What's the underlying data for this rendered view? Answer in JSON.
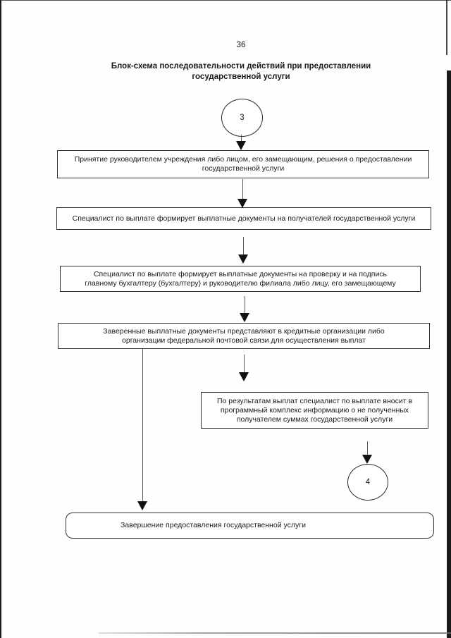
{
  "page": {
    "number": "36",
    "title_line1": "Блок-схема последовательности действий при предоставлении",
    "title_line2": "государственной услуги"
  },
  "colors": {
    "ink": "#1a1a1a",
    "box_border": "#333333",
    "page_background": "#fefefe"
  },
  "flowchart": {
    "start_connector_label": "3",
    "end_connector_label": "4",
    "steps": [
      {
        "text": "Принятие руководителем учреждения либо лицом, его замещающим, решения о предоставлении государственной услуги"
      },
      {
        "text": "Специалист по выплате формирует выплатные документы на получателей государственной услуги"
      },
      {
        "text": "Специалист по выплате формирует выплатные документы на проверку и на подпись главному бухгалтеру (бухгалтеру) и руководителю филиала либо лицу, его замещающему"
      },
      {
        "text": "Заверенные выплатные документы представляют в кредитные организации либо организации федеральной почтовой связи для осуществления выплат"
      },
      {
        "text": "По результатам выплат специалист по выплате вносит в программный комплекс информацию о не полученных получателем суммах государственной услуги"
      },
      {
        "text": "Завершение предоставления государственной услуги"
      }
    ]
  }
}
